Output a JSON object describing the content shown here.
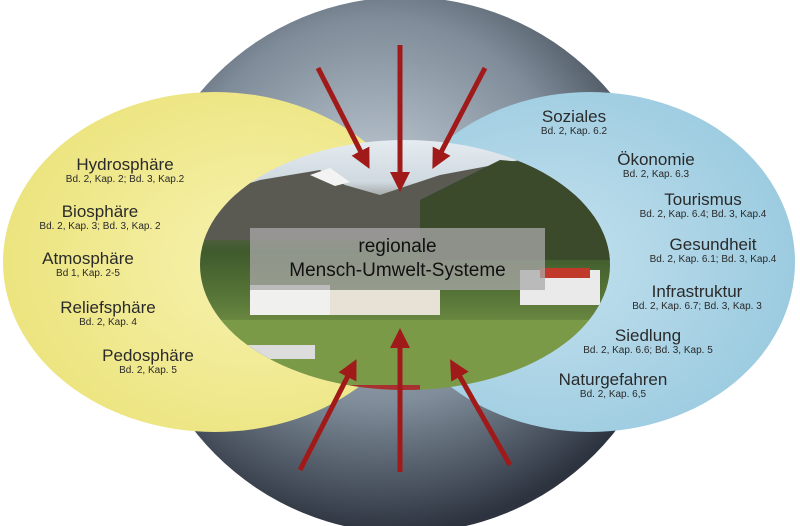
{
  "center_label": {
    "line1": "regionale",
    "line2": "Mensch-Umwelt-Systeme"
  },
  "left_spheres": [
    {
      "title": "Hydrosphäre",
      "ref": "Bd. 2, Kap. 2; Bd. 3, Kap.2"
    },
    {
      "title": "Biosphäre",
      "ref": "Bd. 2, Kap. 3; Bd. 3, Kap. 2"
    },
    {
      "title": "Atmosphäre",
      "ref": "Bd 1, Kap. 2-5"
    },
    {
      "title": "Reliefsphäre",
      "ref": "Bd. 2, Kap. 4"
    },
    {
      "title": "Pedosphäre",
      "ref": "Bd. 2, Kap. 5"
    }
  ],
  "right_spheres": [
    {
      "title": "Soziales",
      "ref": "Bd. 2, Kap. 6.2"
    },
    {
      "title": "Ökonomie",
      "ref": "Bd. 2, Kap. 6.3"
    },
    {
      "title": "Tourismus",
      "ref": "Bd. 2, Kap. 6.4; Bd. 3, Kap.4"
    },
    {
      "title": "Gesundheit",
      "ref": "Bd. 2, Kap. 6.1; Bd. 3, Kap.4"
    },
    {
      "title": "Infrastruktur",
      "ref": "Bd. 2, Kap. 6.7; Bd. 3, Kap. 3"
    },
    {
      "title": "Siedlung",
      "ref": "Bd. 2, Kap. 6.6; Bd. 3, Kap. 5"
    },
    {
      "title": "Naturgefahren",
      "ref": "Bd. 2, Kap. 6,5"
    }
  ],
  "colors": {
    "natural": "#f2ec9a",
    "human": "#a9d3e6",
    "arrow": "#a11a1a"
  }
}
